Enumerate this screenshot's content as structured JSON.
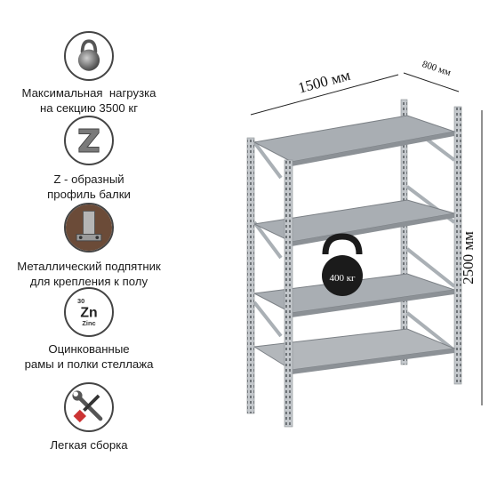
{
  "features": [
    {
      "icon": "kettlebell-icon",
      "lines": [
        "Максимальная  нагрузка",
        "на секцию 3500 кг"
      ]
    },
    {
      "icon": "z-profile-beam-icon",
      "lines": [
        "Z - образный",
        "профиль балки"
      ]
    },
    {
      "icon": "metal-foot-plate-icon",
      "lines": [
        "Металлический подпятник",
        "для крепления к полу"
      ]
    },
    {
      "icon": "zinc-icon",
      "icon_text": {
        "number": "30",
        "symbol": "Zn",
        "name": "Zinc"
      },
      "lines": [
        "Оцинкованные",
        "рамы и полки стеллажа"
      ]
    },
    {
      "icon": "wrench-screwdriver-icon",
      "lines": [
        "Легкая сборка"
      ]
    }
  ],
  "dimensions": {
    "width": "1500 мм",
    "depth": "800 мм",
    "height": "2500 мм"
  },
  "shelf_load": "400 кг",
  "colors": {
    "text": "#1a1a1a",
    "icon_border": "#444444",
    "metal": "#b9bec3",
    "weight": "#1b1b1b"
  }
}
